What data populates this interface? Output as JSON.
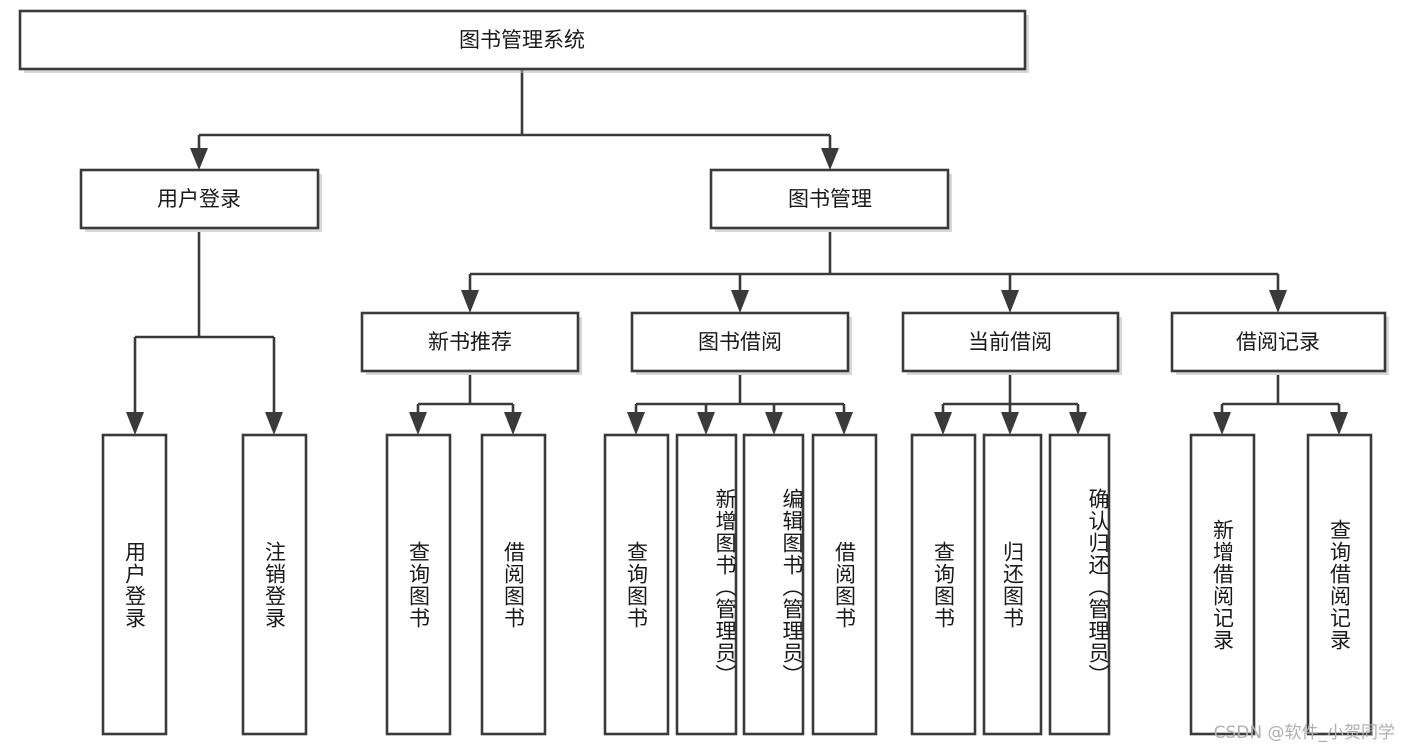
{
  "diagram": {
    "title": "图书管理系统",
    "watermark": "CSDN @软件_小贺同学",
    "root": {
      "id": "root",
      "label": "图书管理系统"
    },
    "level2": [
      {
        "id": "user-login",
        "label": "用户登录"
      },
      {
        "id": "book-manage",
        "label": "图书管理"
      }
    ],
    "level3": [
      {
        "id": "new-book-recommend",
        "label": "新书推荐",
        "parent": "book-manage"
      },
      {
        "id": "book-borrow",
        "label": "图书借阅",
        "parent": "book-manage"
      },
      {
        "id": "current-borrow",
        "label": "当前借阅",
        "parent": "book-manage"
      },
      {
        "id": "borrow-record",
        "label": "借阅记录",
        "parent": "book-manage"
      }
    ],
    "leaves": [
      {
        "id": "leaf-user-login",
        "label": "用户登录",
        "parent": "user-login"
      },
      {
        "id": "leaf-logout-login",
        "label": "注销登录",
        "parent": "user-login"
      },
      {
        "id": "leaf-query-book-1",
        "label": "查询图书",
        "parent": "new-book-recommend"
      },
      {
        "id": "leaf-borrow-book-1",
        "label": "借阅图书",
        "parent": "new-book-recommend"
      },
      {
        "id": "leaf-query-book-2",
        "label": "查询图书",
        "parent": "book-borrow"
      },
      {
        "id": "leaf-add-book",
        "label": "新增图书（管理员）",
        "parent": "book-borrow"
      },
      {
        "id": "leaf-edit-book",
        "label": "编辑图书（管理员）",
        "parent": "book-borrow"
      },
      {
        "id": "leaf-borrow-book-2",
        "label": "借阅图书",
        "parent": "book-borrow"
      },
      {
        "id": "leaf-query-book-3",
        "label": "查询图书",
        "parent": "current-borrow"
      },
      {
        "id": "leaf-return-book",
        "label": "归还图书",
        "parent": "current-borrow"
      },
      {
        "id": "leaf-confirm-return",
        "label": "确认归还（管理员）",
        "parent": "current-borrow"
      },
      {
        "id": "leaf-add-record",
        "label": "新增借阅记录",
        "parent": "borrow-record"
      },
      {
        "id": "leaf-query-record",
        "label": "查询借阅记录",
        "parent": "borrow-record"
      }
    ],
    "colors": {
      "box_stroke": "#3a3a3a",
      "box_fill": "#ffffff",
      "connector": "#3a3a3a",
      "text": "#1a1a1a",
      "watermark": "#b0b0b0",
      "background": "#ffffff"
    }
  }
}
